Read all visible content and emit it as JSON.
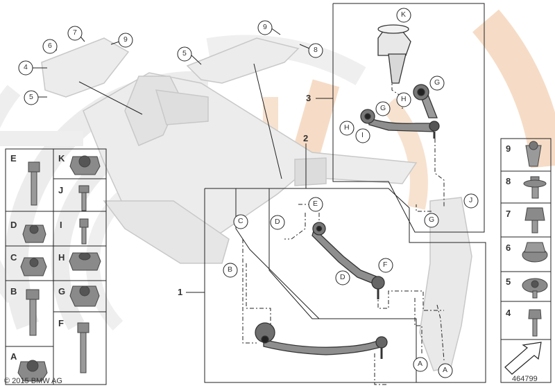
{
  "callouts": {
    "c4": "4",
    "c5a": "5",
    "c6": "6",
    "c7": "7",
    "c9a": "9",
    "c5b": "5",
    "c9b": "9",
    "c8": "8",
    "cK": "K",
    "cG1": "G",
    "cH1": "H",
    "cG2": "G",
    "cH2": "H",
    "cI": "I",
    "cJ": "J",
    "cG3": "G",
    "cE": "E",
    "cD1": "D",
    "cC": "C",
    "cB": "B",
    "cF": "F",
    "cD2": "D",
    "cA1": "A",
    "cA2": "A"
  },
  "groups": {
    "g1": "1",
    "g2": "2",
    "g3": "3"
  },
  "parts_left": {
    "col1": [
      "E",
      "D",
      "C",
      "B",
      "A"
    ],
    "col2": [
      "K",
      "J",
      "I",
      "H",
      "G",
      "F"
    ]
  },
  "parts_right": [
    "9",
    "8",
    "7",
    "6",
    "5",
    "4"
  ],
  "footer": {
    "copyright": "© 2015 BMW AG",
    "image_id": "464799"
  },
  "colors": {
    "watermark_grey": "#e6e6e6",
    "watermark_orange": "#f6dcc6",
    "ink": "#222222"
  }
}
